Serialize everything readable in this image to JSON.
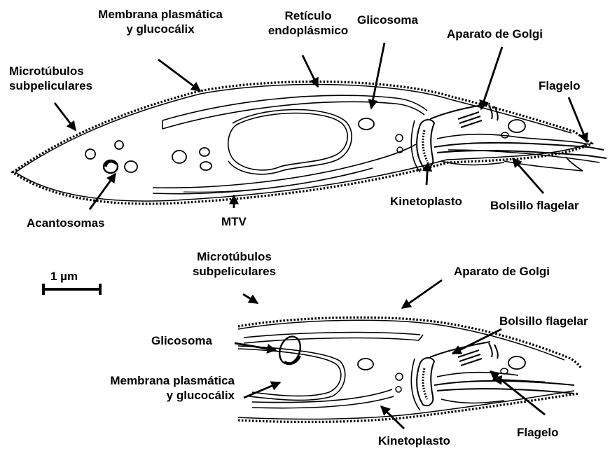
{
  "diagram": {
    "top": {
      "membrana": [
        "Membrana plasmática",
        "y glucocálix"
      ],
      "reticulo": [
        "Retículo",
        "endoplásmico"
      ],
      "glicosoma": "Glicosoma",
      "golgi": "Aparato de Golgi",
      "microtubulos": [
        "Microtúbulos",
        "subpeliculares"
      ],
      "flagelo": "Flagelo",
      "acantosomas": "Acantosomas",
      "mtv": "MTV",
      "kinetoplasto": "Kinetoplasto",
      "bolsillo": "Bolsillo flagelar"
    },
    "scale_bar": "1 µm",
    "bottom": {
      "microtubulos": [
        "Microtúbulos",
        "subpeliculares"
      ],
      "golgi": "Aparato de Golgi",
      "bolsillo": "Bolsillo flagelar",
      "glicosoma": "Glicosoma",
      "membrana": [
        "Membrana plasmática",
        "y glucocálix"
      ],
      "kinetoplasto": "Kinetoplasto",
      "flagelo": "Flagelo"
    }
  }
}
